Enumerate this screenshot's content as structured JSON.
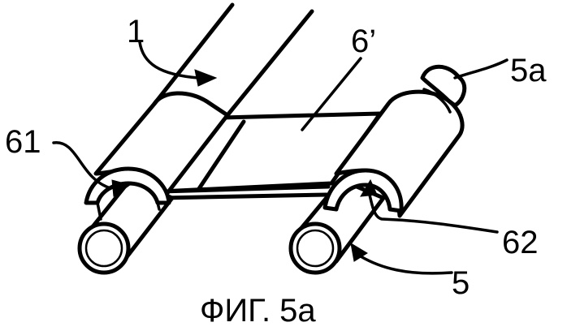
{
  "figure": {
    "labels": {
      "part_1": "1",
      "part_6_prime": "6’",
      "part_5a": "5a",
      "part_61": "61",
      "part_62": "62",
      "part_5": "5"
    },
    "caption": "ФИГ. 5a"
  }
}
